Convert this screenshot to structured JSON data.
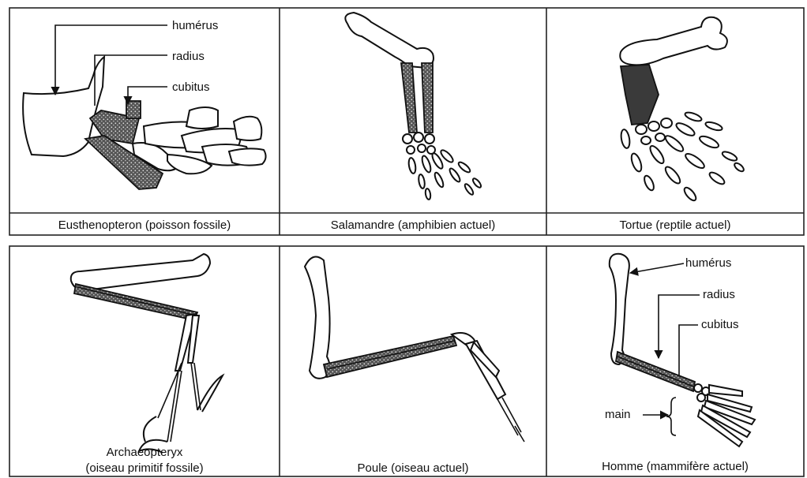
{
  "panels": [
    {
      "caption": "Eusthenopteron (poisson fossile)",
      "labels": {
        "humerus": "humérus",
        "radius": "radius",
        "cubitus": "cubitus"
      }
    },
    {
      "caption": "Salamandre (amphibien actuel)"
    },
    {
      "caption": "Tortue (reptile actuel)"
    },
    {
      "caption_line1": "Archaeopteryx",
      "caption_line2": "(oiseau primitif fossile)"
    },
    {
      "caption": "Poule (oiseau actuel)"
    },
    {
      "caption": "Homme (mammifère actuel)",
      "labels": {
        "humerus": "humérus",
        "radius": "radius",
        "cubitus": "cubitus",
        "main": "main"
      }
    }
  ]
}
